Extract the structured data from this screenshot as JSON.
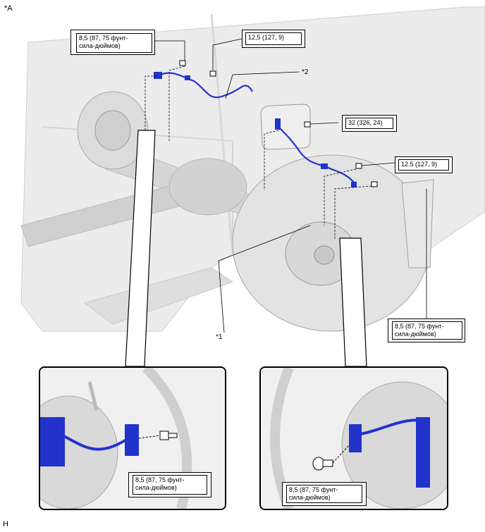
{
  "figure": {
    "label": "*A",
    "footer_label": "H"
  },
  "callouts": {
    "item1": "*1",
    "item2": "*2"
  },
  "torques": {
    "upper_left": "8,5 (87, 75 фунт-\nсила-дюймов)",
    "upper_mid": "12,5 (127, 9)",
    "mid_right": "32 (326, 24)",
    "right_upper": "12.5 (127, 9)",
    "right_lower": "8,5 (87, 75 фунт-\nсила-дюймов)",
    "inset_left": "8,5 (87, 75 фунт-\nсила-дюймов)",
    "inset_right": "8,5 (87, 75 фунт-\nсила-дюймов)"
  },
  "colors": {
    "sensor_wire": "#2233cc",
    "line": "#000000",
    "body_shade": "#e6e6e6"
  },
  "icons": [
    "bolt-icon",
    "speed-sensor-wire-icon",
    "brake-drum-icon",
    "tire-icon"
  ]
}
